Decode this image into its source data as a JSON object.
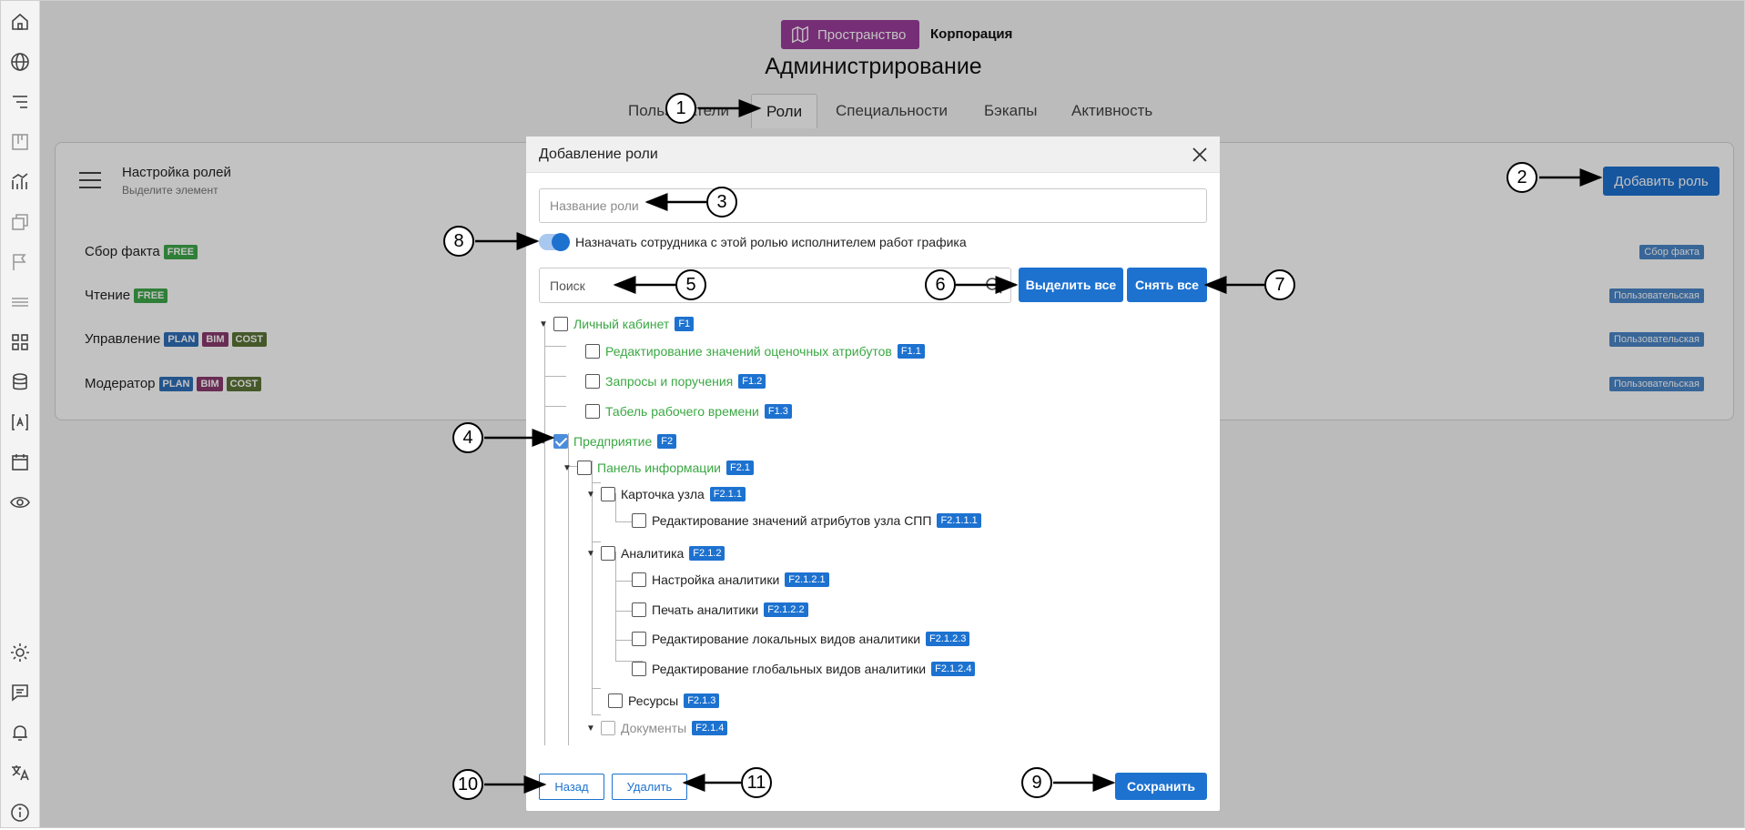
{
  "header": {
    "space_label": "Пространство",
    "space_icon": "map-icon",
    "org": "Корпорация",
    "title": "Администрирование"
  },
  "tabs": [
    {
      "label": "Пользователи",
      "active": false
    },
    {
      "label": "Роли",
      "active": true
    },
    {
      "label": "Специальности",
      "active": false
    },
    {
      "label": "Бэкапы",
      "active": false
    },
    {
      "label": "Активность",
      "active": false
    }
  ],
  "sidebar": {
    "icons": [
      "home-icon",
      "globe-icon",
      "list-icon",
      "board-icon",
      "chart-icon",
      "layers-icon",
      "flag-icon",
      "lines-icon",
      "grid-icon",
      "database-icon",
      "text-icon",
      "calendar-icon",
      "eye-icon",
      "sun-icon",
      "chat-icon",
      "bell-icon",
      "translate-icon",
      "info-icon"
    ]
  },
  "roles_panel": {
    "title": "Настройка ролей",
    "subtitle": "Выделите элемент",
    "add_button": "Добавить роль",
    "roles": [
      {
        "name": "Сбор факта",
        "tags": [
          "FREE"
        ],
        "type": "Сбор факта"
      },
      {
        "name": "Чтение",
        "tags": [
          "FREE"
        ],
        "type": "Пользовательская"
      },
      {
        "name": "Управление",
        "tags": [
          "PLAN",
          "BIM",
          "COST"
        ],
        "type": "Пользовательская"
      },
      {
        "name": "Модератор",
        "tags": [
          "PLAN",
          "BIM",
          "COST"
        ],
        "type": "Пользовательская"
      }
    ]
  },
  "modal": {
    "title": "Добавление роли",
    "name_placeholder": "Название роли",
    "toggle_label": "Назначать сотрудника с этой ролью исполнителем работ графика",
    "toggle_on": true,
    "search_placeholder": "Поиск",
    "select_all": "Выделить все",
    "deselect_all": "Снять все",
    "back": "Назад",
    "delete": "Удалить",
    "save": "Сохранить",
    "tree": [
      {
        "label": "Личный кабинет",
        "code": "F1",
        "checked": false
      },
      {
        "label": "Редактирование значений оценочных атрибутов",
        "code": "F1.1",
        "checked": false
      },
      {
        "label": "Запросы и поручения",
        "code": "F1.2",
        "checked": false
      },
      {
        "label": "Табель рабочего времени",
        "code": "F1.3",
        "checked": false
      },
      {
        "label": "Предприятие",
        "code": "F2",
        "checked": true
      },
      {
        "label": "Панель информации",
        "code": "F2.1",
        "checked": false
      },
      {
        "label": "Карточка узла",
        "code": "F2.1.1",
        "checked": false
      },
      {
        "label": "Редактирование значений атрибутов узла СПП",
        "code": "F2.1.1.1",
        "checked": false
      },
      {
        "label": "Аналитика",
        "code": "F2.1.2",
        "checked": false
      },
      {
        "label": "Настройка аналитики",
        "code": "F2.1.2.1",
        "checked": false
      },
      {
        "label": "Печать аналитики",
        "code": "F2.1.2.2",
        "checked": false
      },
      {
        "label": "Редактирование локальных видов аналитики",
        "code": "F2.1.2.3",
        "checked": false
      },
      {
        "label": "Редактирование глобальных видов аналитики",
        "code": "F2.1.2.4",
        "checked": false
      },
      {
        "label": "Ресурсы",
        "code": "F2.1.3",
        "checked": false
      },
      {
        "label": "Документы",
        "code": "F2.1.4",
        "checked": false
      }
    ]
  },
  "callouts": [
    "1",
    "2",
    "3",
    "4",
    "5",
    "6",
    "7",
    "8",
    "9",
    "10",
    "11"
  ]
}
